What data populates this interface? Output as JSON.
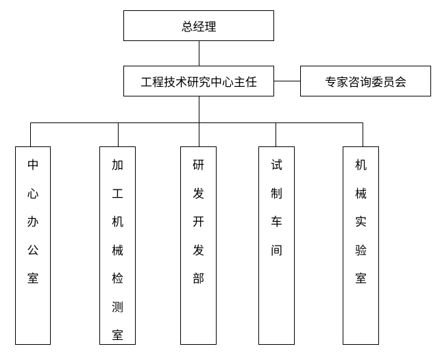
{
  "org_chart": {
    "top": {
      "label": "总经理"
    },
    "center": {
      "label": "工程技术研究中心主任"
    },
    "advisory": {
      "label": "专家咨询委员会"
    },
    "departments": [
      {
        "label": "中心办公室"
      },
      {
        "label": "加工机械检测室"
      },
      {
        "label": "研发开发部"
      },
      {
        "label": "试制车间"
      },
      {
        "label": "机械实验室"
      }
    ]
  },
  "colors": {
    "line": "#000000",
    "box_border": "#000000",
    "box_fill": "#ffffff",
    "text": "#000000"
  }
}
